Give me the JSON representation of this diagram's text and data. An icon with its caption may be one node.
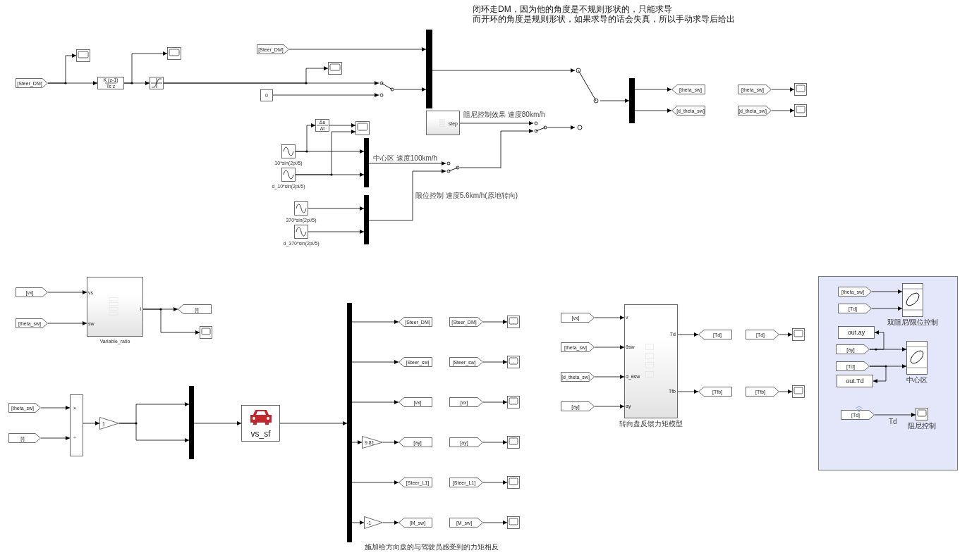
{
  "diagram": {
    "nodes": [
      {
        "text": [
          "[Steer_DM]"
        ]
      },
      {
        "text": [],
        "shape": "box"
      },
      {
        "text": [
          "K (z-1)",
          "Ts z"
        ]
      },
      {
        "text": [],
        "shape": "box"
      },
      {
        "text": [],
        "shape": "box"
      },
      {
        "text": [
          "[Steer_DM]"
        ]
      },
      {
        "text": [],
        "shape": "box"
      },
      {
        "text": [
          "0"
        ]
      },
      {
        "text": [],
        "shape": "switch"
      },
      {
        "text": [],
        "shape": "bar"
      },
      {
        "text": [],
        "shape": "switch"
      },
      {
        "text": [],
        "shape": "bar"
      },
      {
        "text": [
          "[theta_sw]"
        ]
      },
      {
        "text": [
          "[d_theta_sw]"
        ]
      },
      {
        "text": [
          "[theta_sw]"
        ]
      },
      {
        "text": [],
        "shape": "box"
      },
      {
        "text": [
          "[d_theta_sw]"
        ]
      },
      {
        "text": [],
        "shape": "box"
      },
      {
        "text": [
          "step"
        ]
      },
      {
        "text": [],
        "shape": "switch"
      },
      {
        "text": [],
        "shape": "box",
        "beside": [
          "10*sin(2pi/5)"
        ]
      },
      {
        "text": [
          "Δu",
          "Δt"
        ]
      },
      {
        "text": [],
        "shape": "box"
      },
      {
        "text": [],
        "shape": "box",
        "beside": [
          "d_10*sin(2pi/5)"
        ]
      },
      {
        "text": [],
        "shape": "bar"
      },
      {
        "text": [],
        "shape": "switch"
      },
      {
        "text": [],
        "shape": "box",
        "beside": [
          "370*sin(2pi/5)"
        ]
      },
      {
        "text": [],
        "shape": "box",
        "beside": [
          "d_370*sin(2pi/5)"
        ]
      },
      {
        "text": [],
        "shape": "bar"
      },
      {
        "text": [
          "[vx]"
        ]
      },
      {
        "text": [
          "[theta_sw]"
        ]
      },
      {
        "text": [
          "vs",
          "sw",
          "i"
        ],
        "beside": [
          "Variable_ratio"
        ]
      },
      {
        "text": [
          "[i]"
        ]
      },
      {
        "text": [],
        "shape": "box"
      },
      {
        "text": [
          "[theta_sw]"
        ]
      },
      {
        "text": [
          "[i]"
        ]
      },
      {
        "text": [
          "×",
          "÷"
        ]
      },
      {
        "text": [
          "1"
        ]
      },
      {
        "text": [],
        "shape": "bar"
      },
      {
        "text": [
          "vs_sf"
        ]
      },
      {
        "text": [],
        "shape": "bar"
      },
      {
        "text": [
          "[Steer_DM]"
        ]
      },
      {
        "text": [
          "[Steer_DM]"
        ]
      },
      {
        "text": [],
        "shape": "box"
      },
      {
        "text": [
          "[Steer_sw]"
        ]
      },
      {
        "text": [
          "[Steer_sw]"
        ]
      },
      {
        "text": [],
        "shape": "box"
      },
      {
        "text": [
          "[vx]"
        ]
      },
      {
        "text": [
          "[vx]"
        ]
      },
      {
        "text": [],
        "shape": "box"
      },
      {
        "text": [
          "9.81"
        ]
      },
      {
        "text": [
          "[ay]"
        ]
      },
      {
        "text": [
          "[ay]"
        ]
      },
      {
        "text": [],
        "shape": "box"
      },
      {
        "text": [
          "[Steer_L1]"
        ]
      },
      {
        "text": [
          "[Steer_L1]"
        ]
      },
      {
        "text": [],
        "shape": "box"
      },
      {
        "text": [
          "-1"
        ]
      },
      {
        "text": [
          "[M_sw]"
        ]
      },
      {
        "text": [
          "[M_sw]"
        ]
      },
      {
        "text": [],
        "shape": "box"
      },
      {
        "text": [
          "[vx]"
        ]
      },
      {
        "text": [
          "[theta_sw]"
        ]
      },
      {
        "text": [
          "[d_theta_sw]"
        ]
      },
      {
        "text": [
          "[ay]"
        ]
      },
      {
        "text": [
          "v",
          "θsw",
          "d_θsw",
          "ay",
          "Td",
          "Tfb"
        ],
        "beside": [
          "转向盘反馈力矩模型"
        ]
      },
      {
        "text": [
          "[Td]"
        ]
      },
      {
        "text": [
          "[Td]"
        ]
      },
      {
        "text": [],
        "shape": "box"
      },
      {
        "text": [
          "[Tfb]"
        ]
      },
      {
        "text": [
          "[Tfb]"
        ]
      },
      {
        "text": [],
        "shape": "box"
      },
      {
        "text": [],
        "shape": "box"
      },
      {
        "text": [
          "[theta_sw]"
        ],
        "in": 72
      },
      {
        "text": [
          "[Td]"
        ],
        "in": 72
      },
      {
        "text": [],
        "shape": "box",
        "beside": [
          "双阻尼/限位控制"
        ],
        "in": 72
      },
      {
        "text": [
          "out.ay"
        ],
        "in": 72
      },
      {
        "text": [
          "[ay]"
        ],
        "in": 72
      },
      {
        "text": [],
        "shape": "box",
        "beside": [
          "中心区"
        ],
        "in": 72
      },
      {
        "text": [
          "[Td]"
        ],
        "in": 72
      },
      {
        "text": [
          "out.Td"
        ],
        "in": 72
      },
      {
        "text": [
          "[Td]"
        ],
        "in": 72
      },
      {
        "text": [],
        "shape": "box",
        "beside": [
          "阻尼控制"
        ],
        "in": 72
      }
    ],
    "edges": [
      {
        "from": 0,
        "to": 2,
        "arrow": "to"
      },
      {
        "from": 0,
        "to": 1,
        "arrow": "to"
      },
      {
        "from": 2,
        "to": 4,
        "arrow": "to"
      },
      {
        "from": 2,
        "to": 3,
        "arrow": "to"
      },
      {
        "from": 4,
        "to": 8,
        "arrow": "to"
      },
      {
        "from": 4,
        "to": 6,
        "arrow": "to"
      },
      {
        "from": 7,
        "to": 8,
        "arrow": "to"
      },
      {
        "from": 5,
        "to": 9,
        "arrow": "to"
      },
      {
        "from": 8,
        "to": 9,
        "arrow": "to"
      },
      {
        "from": 9,
        "to": 10,
        "arrow": "to"
      },
      {
        "from": 10,
        "to": 11,
        "arrow": "to"
      },
      {
        "from": 11,
        "to": 12,
        "arrow": "to"
      },
      {
        "from": 11,
        "to": 13,
        "arrow": "to"
      },
      {
        "from": 14,
        "to": 15,
        "arrow": "to"
      },
      {
        "from": 16,
        "to": 17,
        "arrow": "to"
      },
      {
        "from": 18,
        "to": 19,
        "arrow": "to",
        "label": "阻尼控制效果 速度80km/h"
      },
      {
        "from": 19,
        "to": 10,
        "arrow": "to"
      },
      {
        "from": 20,
        "to": 24,
        "arrow": "to"
      },
      {
        "from": 20,
        "to": 21,
        "arrow": "to"
      },
      {
        "from": 21,
        "to": 22,
        "arrow": "to"
      },
      {
        "from": 23,
        "to": 24,
        "arrow": "to"
      },
      {
        "from": 23,
        "to": 22,
        "arrow": "to"
      },
      {
        "from": 24,
        "to": 25,
        "arrow": "to",
        "label": "中心区 速度100km/h"
      },
      {
        "from": 28,
        "to": 25,
        "arrow": "to",
        "label": "限位控制 速度5.6km/h(原地转向)"
      },
      {
        "from": 25,
        "to": 19,
        "arrow": "to"
      },
      {
        "from": 26,
        "to": 28,
        "arrow": "to"
      },
      {
        "from": 27,
        "to": 28,
        "arrow": "to"
      },
      {
        "from": 29,
        "to": 31,
        "arrow": "to"
      },
      {
        "from": 30,
        "to": 31,
        "arrow": "to"
      },
      {
        "from": 31,
        "to": 32,
        "arrow": "to"
      },
      {
        "from": 31,
        "to": 33,
        "arrow": "to"
      },
      {
        "from": 34,
        "to": 36,
        "arrow": "to"
      },
      {
        "from": 35,
        "to": 36,
        "arrow": "to"
      },
      {
        "from": 36,
        "to": 37,
        "arrow": "to"
      },
      {
        "from": 37,
        "to": 38,
        "arrow": "to"
      },
      {
        "from": 37,
        "to": 38,
        "arrow": "to"
      },
      {
        "from": 38,
        "to": 39,
        "arrow": "to"
      },
      {
        "from": 39,
        "to": 40,
        "arrow": "to"
      },
      {
        "from": 40,
        "to": 41,
        "arrow": "to"
      },
      {
        "from": 42,
        "to": 43,
        "arrow": "to"
      },
      {
        "from": 40,
        "to": 44,
        "arrow": "to"
      },
      {
        "from": 45,
        "to": 46,
        "arrow": "to"
      },
      {
        "from": 40,
        "to": 47,
        "arrow": "to"
      },
      {
        "from": 48,
        "to": 49,
        "arrow": "to"
      },
      {
        "from": 40,
        "to": 50,
        "arrow": "to"
      },
      {
        "from": 50,
        "to": 51,
        "arrow": "to"
      },
      {
        "from": 52,
        "to": 53,
        "arrow": "to"
      },
      {
        "from": 40,
        "to": 54,
        "arrow": "to"
      },
      {
        "from": 55,
        "to": 56,
        "arrow": "to"
      },
      {
        "from": 40,
        "to": 57,
        "arrow": "to"
      },
      {
        "from": 57,
        "to": 58,
        "arrow": "to"
      },
      {
        "from": 59,
        "to": 60,
        "arrow": "to"
      },
      {
        "from": 61,
        "to": 65,
        "arrow": "to"
      },
      {
        "from": 62,
        "to": 65,
        "arrow": "to"
      },
      {
        "from": 63,
        "to": 65,
        "arrow": "to"
      },
      {
        "from": 64,
        "to": 65,
        "arrow": "to"
      },
      {
        "from": 65,
        "to": 66,
        "arrow": "to"
      },
      {
        "from": 67,
        "to": 68,
        "arrow": "to"
      },
      {
        "from": 65,
        "to": 69,
        "arrow": "to"
      },
      {
        "from": 70,
        "to": 71,
        "arrow": "to"
      },
      {
        "from": 73,
        "to": 75,
        "arrow": "to"
      },
      {
        "from": 74,
        "to": 75,
        "arrow": "to"
      },
      {
        "from": 77,
        "to": 78,
        "arrow": "to"
      },
      {
        "from": 77,
        "to": 76,
        "arrow": "to"
      },
      {
        "from": 79,
        "to": 78,
        "arrow": "to"
      },
      {
        "from": 79,
        "to": 80,
        "arrow": "to"
      },
      {
        "from": 81,
        "to": 82,
        "arrow": "to",
        "label": "Td"
      }
    ],
    "labels": [
      "闭环走DM，因为他的角度是不规则形状的，只能求导",
      "而开环的角度是规则形状，如果求导的话会失真，所以手动求导后给出",
      "施加给方向盘的与驾驶员感受到的力矩相反"
    ]
  }
}
